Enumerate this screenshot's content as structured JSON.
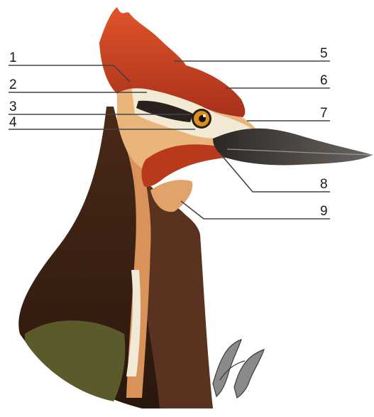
{
  "labels": {
    "n1": "1",
    "n2": "2",
    "n3": "3",
    "n4": "4",
    "n5": "5",
    "n6": "6",
    "n7": "7",
    "n8": "8",
    "n9": "9"
  },
  "colors": {
    "crest": "#c43d1c",
    "crest_dark": "#8f2411",
    "face_light": "#f2ead4",
    "face_tan": "#e1a76c",
    "neck_brown": "#5a3320",
    "body_dark": "#2e1a10",
    "olive": "#5b5a2a",
    "beak": "#3a3633",
    "eye": "#d7901f",
    "leader_line": "#444444"
  }
}
